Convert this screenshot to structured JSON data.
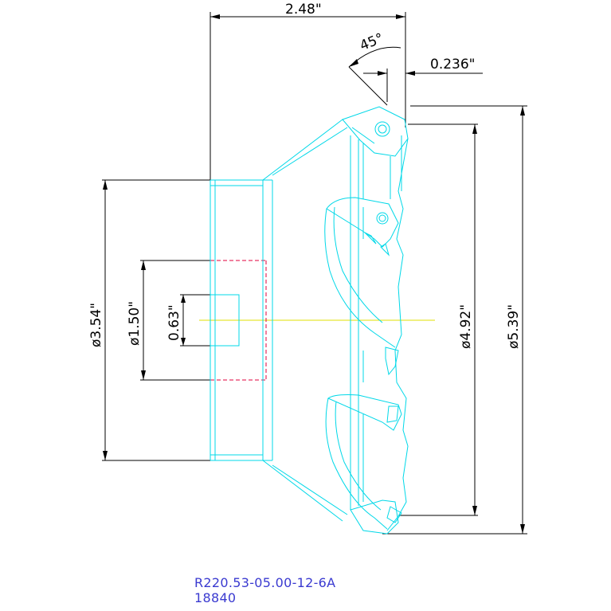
{
  "dimensions": {
    "overall_length": "2.48\"",
    "lead_angle": "45°",
    "insert_offset": "0.236\"",
    "hub_diameter": "ø3.54\"",
    "bore_diameter": "ø1.50\"",
    "keyway_width": "0.63\"",
    "cutting_diameter": "ø4.92\"",
    "max_diameter": "ø5.39\""
  },
  "title_block": {
    "part_number": "R220.53-05.00-12-6A",
    "item_code": "18840"
  },
  "colors": {
    "dimension_lines": "#000000",
    "outline": "#00d8e8",
    "hidden_bore": "#e0003c",
    "centerline": "#e0e000",
    "title_text": "#3a3ad0"
  }
}
